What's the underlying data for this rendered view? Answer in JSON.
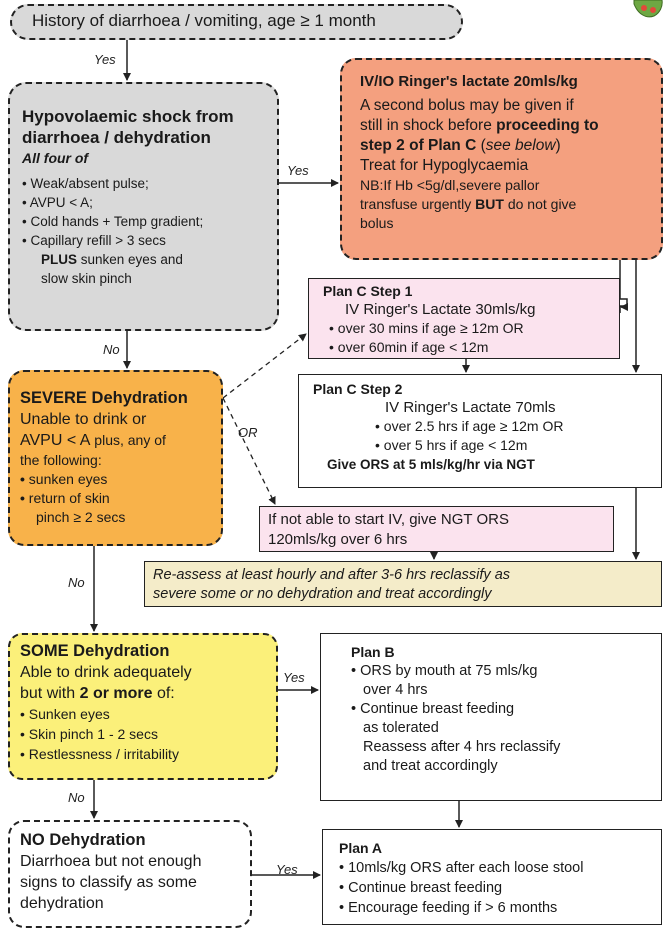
{
  "history_box": {
    "text": "History of diarrhoea / vomiting, age ≥ 1 month"
  },
  "labels": {
    "yes": "Yes",
    "no": "No",
    "or": "OR"
  },
  "shock_box": {
    "title_line1": "Hypovolaemic shock from",
    "title_line2": "diarrhoea / dehydration",
    "subtitle": "All four of",
    "items": [
      "Weak/absent pulse;",
      "AVPU < A;",
      "Cold hands + Temp gradient;",
      "Capillary refill > 3 secs"
    ],
    "plus_bold": "PLUS",
    "plus_rest": " sunken eyes and",
    "plus_line2": "slow skin pinch"
  },
  "iv_box": {
    "title": "IV/IO Ringer's lactate 20mls/kg",
    "l1": "A second bolus may be given if",
    "l2_pre": "still in shock before ",
    "l2_bold": "proceeding to",
    "l3_bold": "step 2 of Plan C",
    "l3_pre": " (",
    "l3_italic": "see below",
    "l3_post": ")",
    "l4": "Treat for Hypoglycaemia",
    "l5": "NB:If Hb <5g/dl,severe pallor",
    "l6_pre": "transfuse urgently ",
    "l6_bold": "BUT",
    "l6_post": " do not give",
    "l7": "bolus"
  },
  "planc1": {
    "title": "Plan C Step 1",
    "l1": "IV Ringer's Lactate 30mls/kg",
    "items": [
      "over 30 mins if age ≥ 12m OR",
      "over 60min if age < 12m"
    ]
  },
  "planc2": {
    "title": "Plan C Step 2",
    "l1": "IV Ringer's Lactate 70mls",
    "items": [
      "over 2.5 hrs if age ≥ 12m OR",
      "over 5 hrs if age < 12m"
    ],
    "footer": "Give ORS at 5 mls/kg/hr via NGT"
  },
  "severe_box": {
    "title": "SEVERE Dehydration",
    "l1": "Unable to drink or",
    "l2_main": "AVPU < A",
    "l2_small": " plus, any of",
    "l3": "the following:",
    "items": [
      "sunken eyes",
      "return of skin"
    ],
    "item2_cont": "pinch ≥ 2 secs"
  },
  "ngt_box": {
    "l1": "If not able to start IV, give NGT ORS",
    "l2": "120mls/kg over 6 hrs"
  },
  "reassess_box": {
    "l1": "Re-assess at least hourly and after 3-6 hrs reclassify as",
    "l2": "severe some or no dehydration and treat accordingly"
  },
  "some_box": {
    "title": "SOME Dehydration",
    "l1": "Able to drink adequately",
    "l2_pre": "but with ",
    "l2_bold": "2 or more",
    "l2_post": " of:",
    "items": [
      "Sunken eyes",
      "Skin pinch 1 - 2 secs",
      "Restlessness / irritability"
    ]
  },
  "planb": {
    "title": "Plan B",
    "item1": "ORS by mouth at 75 mls/kg",
    "item1_cont": "over 4 hrs",
    "item2": "Continue breast feeding",
    "item2_cont": "as tolerated",
    "l3": "Reassess after 4 hrs reclassify",
    "l4": "and treat accordingly"
  },
  "no_dehyd": {
    "title": "NO Dehydration",
    "l1": "Diarrhoea but not enough",
    "l2": "signs to classify as some",
    "l3": "dehydration"
  },
  "plana": {
    "title": "Plan A",
    "items": [
      "10mls/kg ORS after each loose stool",
      "Continue breast feeding",
      "Encourage feeding if > 6 months"
    ]
  },
  "colors": {
    "grey": "#d9d9d9",
    "salmon": "#f4a07f",
    "pink": "#fbe3ee",
    "orange": "#f8b24a",
    "beige": "#f4ecc9",
    "yellow": "#fbf07a"
  }
}
